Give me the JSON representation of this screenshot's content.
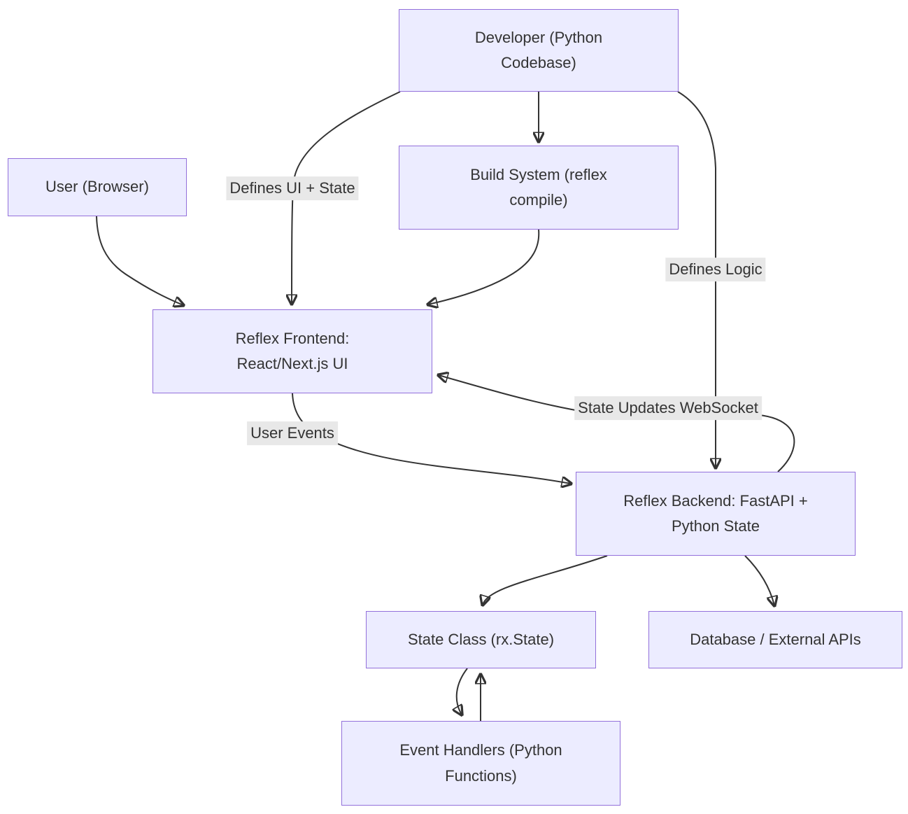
{
  "diagram": {
    "type": "flowchart",
    "colors": {
      "node_fill": "#ECECFF",
      "node_border": "#9370DB",
      "edge_stroke": "#333333",
      "edge_label_bg": "#e8e8e8",
      "text": "#333333",
      "background": "#ffffff"
    },
    "nodes": {
      "developer": {
        "label": "Developer (Python Codebase)",
        "lines": [
          "Developer (Python",
          "Codebase)"
        ]
      },
      "user": {
        "label": "User (Browser)",
        "lines": [
          "User (Browser)"
        ]
      },
      "build_system": {
        "label": "Build System (reflex compile)",
        "lines": [
          "Build System (reflex",
          "compile)"
        ]
      },
      "frontend": {
        "label": "Reflex Frontend: React/Next.js UI",
        "lines": [
          "Reflex Frontend:",
          "React/Next.js UI"
        ]
      },
      "backend": {
        "label": "Reflex Backend: FastAPI + Python State",
        "lines": [
          "Reflex Backend: FastAPI +",
          "Python State"
        ]
      },
      "state_class": {
        "label": "State Class (rx.State)",
        "lines": [
          "State Class (rx.State)"
        ]
      },
      "database": {
        "label": "Database / External APIs",
        "lines": [
          "Database / External APIs"
        ]
      },
      "event_handlers": {
        "label": "Event Handlers (Python Functions)",
        "lines": [
          "Event Handlers (Python",
          "Functions)"
        ]
      }
    },
    "edges": [
      {
        "from": "user",
        "to": "frontend",
        "label": ""
      },
      {
        "from": "developer",
        "to": "frontend",
        "label": "Defines UI + State"
      },
      {
        "from": "developer",
        "to": "build_system",
        "label": ""
      },
      {
        "from": "build_system",
        "to": "frontend",
        "label": ""
      },
      {
        "from": "developer",
        "to": "backend",
        "label": "Defines Logic"
      },
      {
        "from": "frontend",
        "to": "backend",
        "label": "User Events"
      },
      {
        "from": "backend",
        "to": "frontend",
        "label": "State Updates WebSocket"
      },
      {
        "from": "backend",
        "to": "state_class",
        "label": ""
      },
      {
        "from": "backend",
        "to": "database",
        "label": ""
      },
      {
        "from": "state_class",
        "to": "event_handlers",
        "label": ""
      },
      {
        "from": "event_handlers",
        "to": "state_class",
        "label": ""
      }
    ]
  }
}
